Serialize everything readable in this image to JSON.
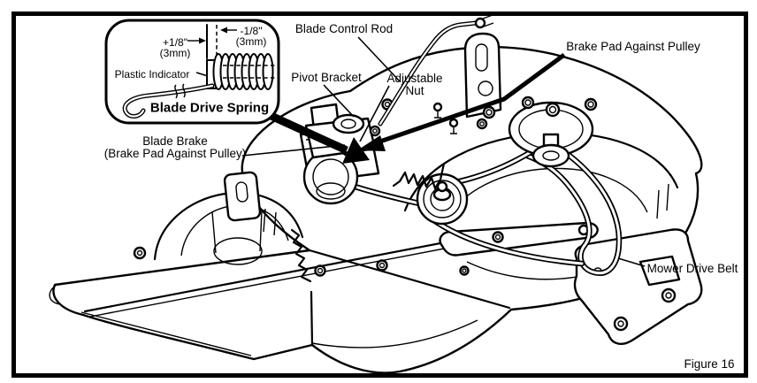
{
  "colors": {
    "ink": "#000000",
    "paper": "#ffffff"
  },
  "figure": {
    "caption": "Figure 16"
  },
  "inset": {
    "plus_offset_line1": "+1/8\"",
    "plus_offset_line2": "(3mm)",
    "minus_offset_line1": "-1/8\"",
    "minus_offset_line2": "(3mm)",
    "plastic_indicator": "Plastic Indicator",
    "title": "Blade Drive Spring"
  },
  "callouts": {
    "blade_control_rod": "Blade Control Rod",
    "pivot_bracket": "Pivot Bracket",
    "adjustable_nut_line1": "Adjustable",
    "adjustable_nut_line2": "Nut",
    "brake_pad_against_pulley": "Brake Pad Against Pulley",
    "blade_brake_line1": "Blade Brake",
    "blade_brake_line2": "(Brake Pad Against Pulley)",
    "mower_drive_belt": "Mower Drive Belt"
  }
}
